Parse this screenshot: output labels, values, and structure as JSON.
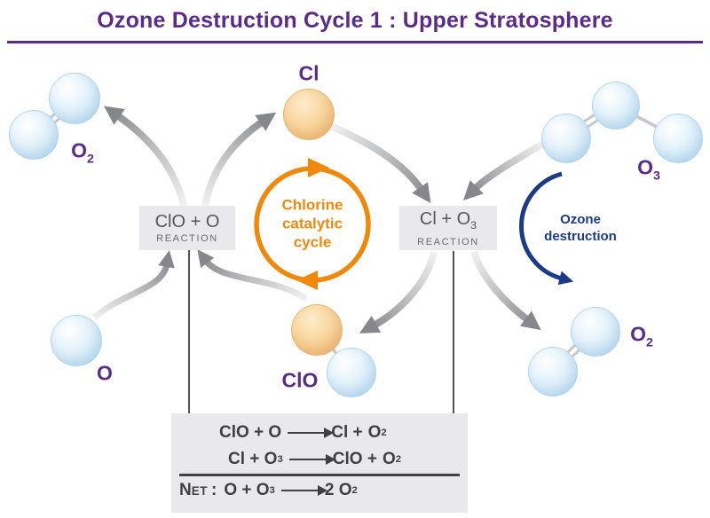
{
  "title": "Ozone Destruction Cycle 1 : Upper Stratosphere",
  "molecule_labels": {
    "o2_top_left": {
      "base": "O",
      "sub": "2"
    },
    "cl": {
      "base": "Cl"
    },
    "o3": {
      "base": "O",
      "sub": "3"
    },
    "o": {
      "base": "O"
    },
    "clo": {
      "base": "ClO"
    },
    "o2_bottom_right": {
      "base": "O",
      "sub": "2"
    }
  },
  "reaction_boxes": {
    "clo_o": {
      "formula": "ClO + O",
      "label": "REACTION"
    },
    "cl_o3": {
      "formula_base": "Cl + O",
      "formula_sub": "3",
      "label": "REACTION"
    }
  },
  "cycle": {
    "line1": "Chlorine",
    "line2": "catalytic",
    "line3": "cycle"
  },
  "ozone_destruction": {
    "line1": "Ozone",
    "line2": "destruction"
  },
  "summary": {
    "row1": {
      "lhs": "ClO + O",
      "rhs_a": "Cl +",
      "rhs_b": "O",
      "rhs_b_sub": "2"
    },
    "row2": {
      "lhs_a": "Cl + O",
      "lhs_a_sub": "3",
      "rhs_a": "ClO +",
      "rhs_b": "O",
      "rhs_b_sub": "2"
    },
    "net": {
      "n": "N",
      "et": "ET",
      "colon": ":",
      "lhs_a": "O + O",
      "lhs_a_sub": "3",
      "rhs_a": "2 O",
      "rhs_a_sub": "2"
    }
  },
  "colors": {
    "purple": "#5B2C87",
    "orange": "#F0890B",
    "navy": "#1C3B87",
    "arrow_gray_head": "#85878A",
    "arrow_gray_tail": "#EFEFF0",
    "box_gray": "#E9E8EC",
    "box_text": "#56575B",
    "formula_dark": "#3F4042",
    "sphere_blue": "#CFE8F7",
    "sphere_orange": "#F5C98A"
  }
}
